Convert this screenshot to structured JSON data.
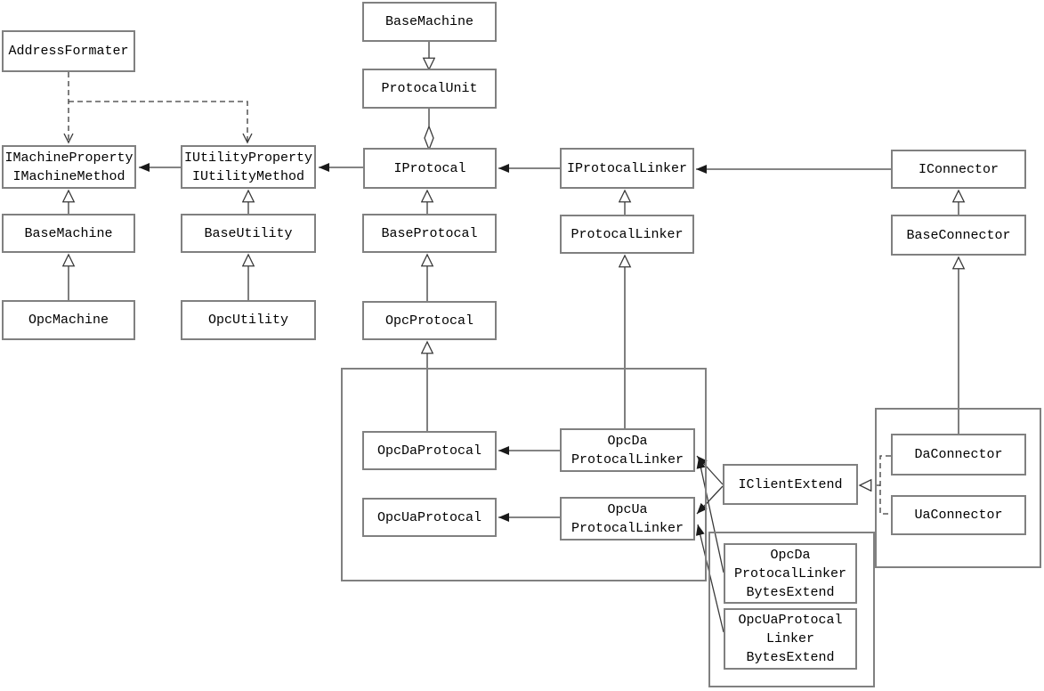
{
  "diagram_type": "UML class diagram",
  "colors": {
    "background": "#ffffff",
    "box_border": "#808080",
    "connector": "#3a3a3a",
    "text": "#000000"
  },
  "nodes": {
    "address_formater": {
      "lines": [
        "AddressFormater"
      ]
    },
    "imachine": {
      "lines": [
        "IMachineProperty",
        "IMachineMethod"
      ]
    },
    "iutility": {
      "lines": [
        "IUtilityProperty",
        "IUtilityMethod"
      ]
    },
    "base_machine_left": {
      "lines": [
        "BaseMachine"
      ]
    },
    "opc_machine": {
      "lines": [
        "OpcMachine"
      ]
    },
    "base_utility": {
      "lines": [
        "BaseUtility"
      ]
    },
    "opc_utility": {
      "lines": [
        "OpcUtility"
      ]
    },
    "base_machine_top": {
      "lines": [
        "BaseMachine"
      ]
    },
    "protocal_unit": {
      "lines": [
        "ProtocalUnit"
      ]
    },
    "iprotocal": {
      "lines": [
        "IProtocal"
      ]
    },
    "base_protocal": {
      "lines": [
        "BaseProtocal"
      ]
    },
    "opc_protocal": {
      "lines": [
        "OpcProtocal"
      ]
    },
    "iprotocal_linker": {
      "lines": [
        "IProtocalLinker"
      ]
    },
    "protocal_linker": {
      "lines": [
        "ProtocalLinker"
      ]
    },
    "iconnector": {
      "lines": [
        "IConnector"
      ]
    },
    "base_connector": {
      "lines": [
        "BaseConnector"
      ]
    },
    "opcda_protocal": {
      "lines": [
        "OpcDaProtocal"
      ]
    },
    "opcua_protocal": {
      "lines": [
        "OpcUaProtocal"
      ]
    },
    "opcda_linker": {
      "lines": [
        "OpcDa",
        "ProtocalLinker"
      ]
    },
    "opcua_linker": {
      "lines": [
        "OpcUa",
        "ProtocalLinker"
      ]
    },
    "iclient_extend": {
      "lines": [
        "IClientExtend"
      ]
    },
    "da_connector": {
      "lines": [
        "DaConnector"
      ]
    },
    "ua_connector": {
      "lines": [
        "UaConnector"
      ]
    },
    "opcda_linker_bytes": {
      "lines": [
        "OpcDa",
        "ProtocalLinker",
        "BytesExtend"
      ]
    },
    "opcua_linker_bytes": {
      "lines": [
        "OpcUaProtocal",
        "Linker",
        "BytesExtend"
      ]
    }
  },
  "edges": [
    {
      "from": "address_formater",
      "to": "imachine",
      "type": "dashed-dependency"
    },
    {
      "from": "address_formater",
      "to": "iutility",
      "type": "dashed-dependency"
    },
    {
      "from": "iutility",
      "to": "imachine",
      "type": "solid-arrow"
    },
    {
      "from": "iprotocal",
      "to": "iutility",
      "type": "solid-arrow"
    },
    {
      "from": "iprotocal_linker",
      "to": "iprotocal",
      "type": "solid-arrow"
    },
    {
      "from": "iconnector",
      "to": "iprotocal_linker",
      "type": "solid-arrow"
    },
    {
      "from": "base_machine_left",
      "to": "imachine",
      "type": "inheritance"
    },
    {
      "from": "opc_machine",
      "to": "base_machine_left",
      "type": "inheritance"
    },
    {
      "from": "base_utility",
      "to": "iutility",
      "type": "inheritance"
    },
    {
      "from": "opc_utility",
      "to": "base_utility",
      "type": "inheritance"
    },
    {
      "from": "base_machine_top",
      "to": "protocal_unit",
      "type": "inheritance-down"
    },
    {
      "from": "protocal_unit",
      "to": "iprotocal",
      "type": "aggregation-diamond"
    },
    {
      "from": "base_protocal",
      "to": "iprotocal",
      "type": "inheritance"
    },
    {
      "from": "opc_protocal",
      "to": "base_protocal",
      "type": "inheritance"
    },
    {
      "from": "opcda_protocal",
      "to": "opc_protocal",
      "type": "inheritance"
    },
    {
      "from": "protocal_linker",
      "to": "iprotocal_linker",
      "type": "inheritance"
    },
    {
      "from": "opcda_linker",
      "to": "protocal_linker",
      "type": "inheritance"
    },
    {
      "from": "base_connector",
      "to": "iconnector",
      "type": "inheritance"
    },
    {
      "from": "da_connector",
      "to": "base_connector",
      "type": "inheritance"
    },
    {
      "from": "opcda_linker",
      "to": "opcda_protocal",
      "type": "solid-arrow"
    },
    {
      "from": "opcua_linker",
      "to": "opcua_protocal",
      "type": "solid-arrow"
    },
    {
      "from": "iclient_extend",
      "to": "opcda_linker",
      "type": "solid-arrow"
    },
    {
      "from": "iclient_extend",
      "to": "opcua_linker",
      "type": "solid-arrow"
    },
    {
      "from": "opcda_linker_bytes",
      "to": "opcda_linker",
      "type": "solid-arrow"
    },
    {
      "from": "opcua_linker_bytes",
      "to": "opcua_linker",
      "type": "solid-arrow"
    },
    {
      "from": "da_connector",
      "to": "iclient_extend",
      "type": "dashed-realization"
    },
    {
      "from": "ua_connector",
      "to": "iclient_extend",
      "type": "dashed-realization"
    }
  ]
}
